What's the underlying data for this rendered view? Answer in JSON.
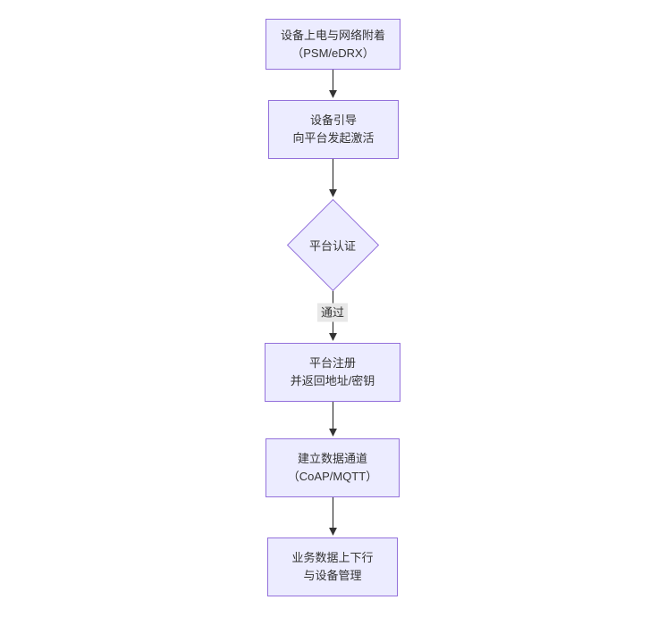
{
  "diagram": {
    "type": "flowchart",
    "direction": "top-down",
    "colors": {
      "canvas_background": "#ffffff",
      "node_fill": "#ECECFF",
      "node_border": "#9370DB",
      "node_text": "#333333",
      "edge_line": "#333333",
      "edge_label_background": "#e8e8e8"
    },
    "nodes": {
      "power": {
        "line1": "设备上电与网络附着",
        "line2": "（PSM/eDRX）"
      },
      "boot": {
        "line1": "设备引导",
        "line2": "向平台发起激活"
      },
      "auth": {
        "label": "平台认证",
        "shape": "diamond"
      },
      "register": {
        "line1": "平台注册",
        "line2": "并返回地址/密钥"
      },
      "channel": {
        "line1": "建立数据通道",
        "line2": "（CoAP/MQTT）"
      },
      "business": {
        "line1": "业务数据上下行",
        "line2": "与设备管理"
      }
    },
    "edges": [
      {
        "from": "power",
        "to": "boot",
        "label": ""
      },
      {
        "from": "boot",
        "to": "auth",
        "label": ""
      },
      {
        "from": "auth",
        "to": "register",
        "label": "通过"
      },
      {
        "from": "register",
        "to": "channel",
        "label": ""
      },
      {
        "from": "channel",
        "to": "business",
        "label": ""
      }
    ],
    "auth_pass_label": "通过"
  }
}
